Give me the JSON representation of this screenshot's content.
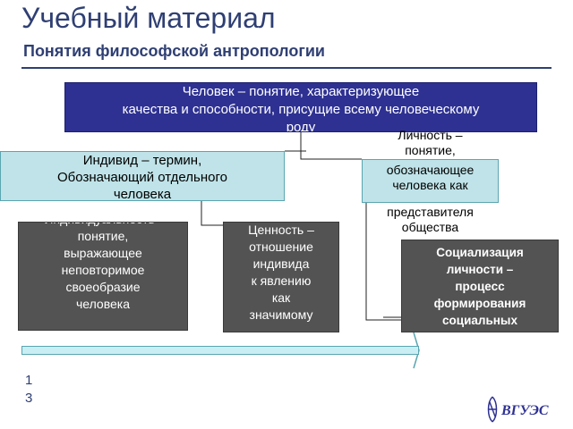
{
  "header": {
    "title": "Учебный материал",
    "subtitle": "Понятия философской антропологии"
  },
  "diagram": {
    "person": "Человек – понятие, характеризующее\nкачества и способности, присущие всему человеческому\nроду",
    "individ": "Индивид – термин,\nОбозначающий отдельного\nчеловека",
    "personality_top": "Личность –\nпонятие,",
    "personality_mid": "обозначающее\nчеловека как",
    "personality_bottom": "представителя\nобщества",
    "individuality": "Индивидуальность–\nпонятие,\nвыражающее\nнеповторимое\nсвоеобразие\nчеловека",
    "value": "Ценность –\nотношение\nиндивида\nк явлению\nкак\nзначимому",
    "socialization": "Социализация\nличности –\nпроцесс\nформирования\nсоциальных"
  },
  "footer": {
    "page_number": "1\n3",
    "logo_text": "ВГУЭС"
  },
  "colors": {
    "title": "#2f3f73",
    "blue_box": "#2e3192",
    "cyan_box": "#bfe3e8",
    "dark_box": "#535353"
  }
}
